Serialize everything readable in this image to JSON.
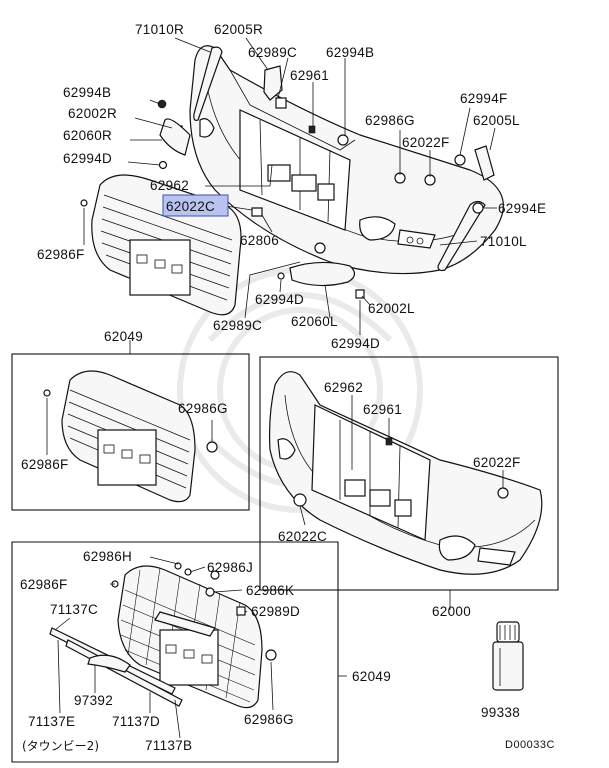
{
  "labels": {
    "l71010R": "71010R",
    "l62005R": "62005R",
    "l62989C_top": "62989C",
    "l62994B_top": "62994B",
    "l62961_top": "62961",
    "l62994B_left": "62994B",
    "l62002R": "62002R",
    "l62060R": "62060R",
    "l62994D_left": "62994D",
    "l62962_top": "62962",
    "l62022C_top": "62022C",
    "l62986F_top": "62986F",
    "l62806": "62806",
    "l62986G_top": "62986G",
    "l62022F_top": "62022F",
    "l62994F": "62994F",
    "l62005L": "62005L",
    "l62994E": "62994E",
    "l71010L": "71010L",
    "l62994D_mid": "62994D",
    "l62989C_mid": "62989C",
    "l62060L": "62060L",
    "l62002L": "62002L",
    "l62994D_bot": "62994D",
    "l62049_a": "62049",
    "l62986G_a": "62986G",
    "l62986F_a": "62986F",
    "l62962_b": "62962",
    "l62961_b": "62961",
    "l62022F_b": "62022F",
    "l62022C_b": "62022C",
    "l62000": "62000",
    "l62986H": "62986H",
    "l62986J": "62986J",
    "l62986F_c": "62986F",
    "l62986K": "62986K",
    "l71137C": "71137C",
    "l62989D": "62989D",
    "l62049_c": "62049",
    "l97392": "97392",
    "l71137E": "71137E",
    "l71137D": "71137D",
    "l62986G_c": "62986G",
    "l71137B": "71137B",
    "l99338": "99338",
    "l_town": "(タウンビー2)",
    "l_diagram_id": "D00033C"
  }
}
